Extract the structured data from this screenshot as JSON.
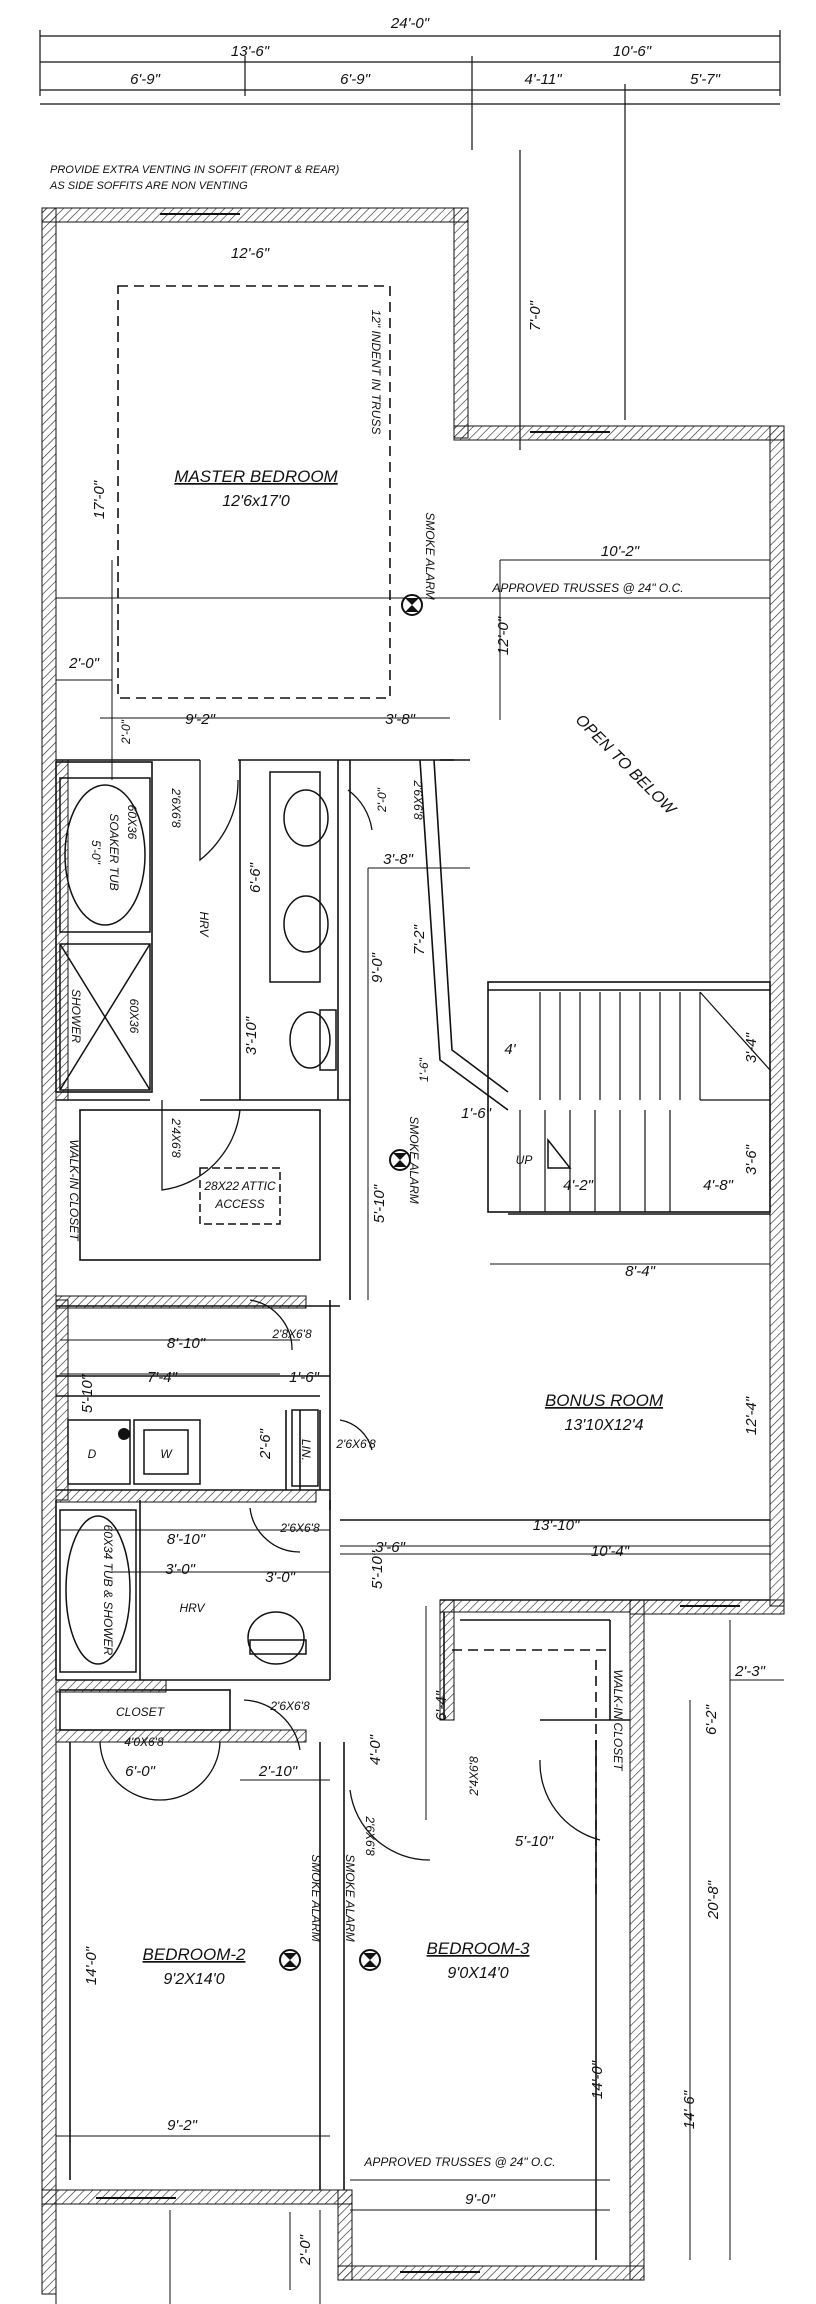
{
  "dimensions": {
    "overall_width": "24'-0\"",
    "upper_left": "13'-6\"",
    "upper_right": "10'-6\"",
    "seg_a": "6'-9\"",
    "seg_b": "6'-9\"",
    "seg_c": "4'-11\"",
    "seg_d": "5'-7\"",
    "master_width": "12'-6\"",
    "master_depth": "17'-0\"",
    "right_setback": "7'-0\"",
    "open_width": "10'-2\"",
    "open_depth": "12'-0\"",
    "left_jog": "2'-0\"",
    "closet_jog": "2'-0\"",
    "bath_width": "9'-2\"",
    "bath_right": "3'-8\"",
    "hall_jog": "2'-0\"",
    "vanity_len": "6'-6\"",
    "hall_w": "3'-8\"",
    "stair_len": "7'-2\"",
    "bath_depth": "9'-0\"",
    "toilet_w": "3'-10\"",
    "stair_step": "1'-6\"",
    "stair_step2": "1'-6\"",
    "landing": "4'",
    "stair_r1": "3'-4\"",
    "stair_r2": "3'-6\"",
    "stair_w": "4'-2\"",
    "stair_w2": "4'-8\"",
    "walkin_depth": "5'-10\"",
    "bonus_width": "8'-4\"",
    "laundry_w": "8'-10\"",
    "laundry_w2": "7'-4\"",
    "laundry_d": "5'-10\"",
    "laundry_jog": "1'-6\"",
    "linen_w": "2'-6\"",
    "bonus_depth": "12'-4\"",
    "bath2_w": "8'-10\"",
    "bath2_w2": "3'-0\"",
    "bath2_w3": "3'-0\"",
    "bonus_total": "13'-10\"",
    "hall2_w": "3'-6\"",
    "hall2_d": "5'-10\"",
    "bonus_w2": "10'-4\"",
    "corner_jog": "2'-3\"",
    "walkin2_d": "6'-2\"",
    "walkin2_w": "6'-4\"",
    "bed2_door": "6'-0\"",
    "hall3": "2'-10\"",
    "hall4": "4'-0\"",
    "bed3_jog": "5'-10\"",
    "right_total": "20'-8\"",
    "right_lower": "14'-6\"",
    "bed2_d": "14'-0\"",
    "bed3_d": "14'-0\"",
    "bed2_w": "9'-2\"",
    "bed3_w": "9'-0\"",
    "bottom_jog": "2'-0\""
  },
  "rooms": {
    "master": {
      "name": "MASTER BEDROOM",
      "size": "12'6x17'0"
    },
    "bonus": {
      "name": "BONUS ROOM",
      "size": "13'10X12'4"
    },
    "bed2": {
      "name": "BEDROOM-2",
      "size": "9'2X14'0"
    },
    "bed3": {
      "name": "BEDROOM-3",
      "size": "9'0X14'0"
    }
  },
  "labels": {
    "venting_1": "PROVIDE EXTRA VENTING IN SOFFIT (FRONT & REAR)",
    "venting_2": "AS SIDE SOFFITS ARE NON VENTING",
    "indent": "12\" INDENT IN TRUSS",
    "smoke_1": "SMOKE ALARM",
    "smoke_2": "SMOKE ALARM",
    "smoke_3": "SMOKE ALARM",
    "smoke_4": "SMOKE ALARM",
    "trusses_1": "APPROVED TRUSSES @ 24\" O.C.",
    "trusses_2": "APPROVED TRUSSES @ 24\" O.C.",
    "open_below": "OPEN TO BELOW",
    "soaker_1": "60X36",
    "soaker_2": "SOAKER TUB",
    "soaker_3": "5'-0\"",
    "shower": "SHOWER",
    "shower_size": "60X36",
    "hrv": "HRV",
    "walkin_closet": "WALK-IN CLOSET",
    "attic_1": "28X22 ATTIC",
    "attic_2": "ACCESS",
    "dryer": "D",
    "washer": "W",
    "lin": "LIN.",
    "tub_shower": "60X34 TUB & SHOWER",
    "closet": "CLOSET",
    "walkin2": "WALK-IN CLOSET",
    "hrv2": "HRV",
    "stair_up": "UP"
  },
  "doors": {
    "d1": "2'6X6'8",
    "d2": "2'6X6'8",
    "d3": "2'4X6'8",
    "d4": "2'8X6'8",
    "d5": "2'6X6'8",
    "d6": "2'6X6'8",
    "d7": "2'6X6'8",
    "d8": "4'0X6'8",
    "d9": "2'4X6'8",
    "d10": "2'6X6'8"
  }
}
